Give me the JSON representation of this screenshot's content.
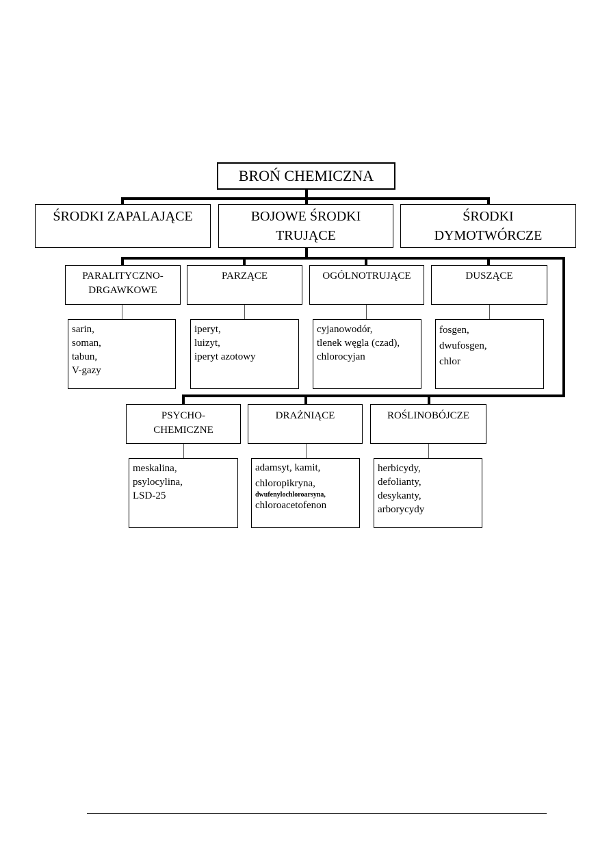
{
  "root": {
    "label": "BROŃ CHEMICZNA"
  },
  "level1": {
    "incendiary": {
      "label": "ŚRODKI ZAPALAJĄCE"
    },
    "toxic": {
      "line1": "BOJOWE ŚRODKI",
      "line2": "TRUJĄCE"
    },
    "smoke": {
      "line1": "ŚRODKI",
      "line2": "DYMOTWÓRCZE"
    }
  },
  "row1": [
    {
      "title_lines": [
        "PARALITYCZNO-",
        "DRGAWKOWE"
      ],
      "items": [
        "sarin,",
        "soman,",
        "tabun,",
        "V-gazy"
      ]
    },
    {
      "title_lines": [
        "PARZĄCE"
      ],
      "items": [
        "iperyt,",
        "luizyt,",
        "iperyt azotowy"
      ]
    },
    {
      "title_lines": [
        "OGÓLNOTRUJĄCE"
      ],
      "items": [
        "cyjanowodór,",
        "tlenek węgla (czad),",
        "chlorocyjan"
      ]
    },
    {
      "title_lines": [
        "DUSZĄCE"
      ],
      "items": [
        "fosgen,",
        "dwufosgen,",
        "chlor"
      ]
    }
  ],
  "row2": [
    {
      "title_lines": [
        "PSYCHO-",
        "CHEMICZNE"
      ],
      "items": [
        "meskalina,",
        "psylocylina,",
        "LSD-25"
      ]
    },
    {
      "title_lines": [
        "DRAŻNIĄCE"
      ],
      "items": [
        "adamsyt, kamit,",
        "chloropikryna,",
        "dwufenylochloroarsyna,",
        "chloroacetofenon"
      ]
    },
    {
      "title_lines": [
        "ROŚLINOBÓJCZE"
      ],
      "items": [
        "herbicydy,",
        "defolianty,",
        "desykanty,",
        "arborycydy"
      ]
    }
  ]
}
